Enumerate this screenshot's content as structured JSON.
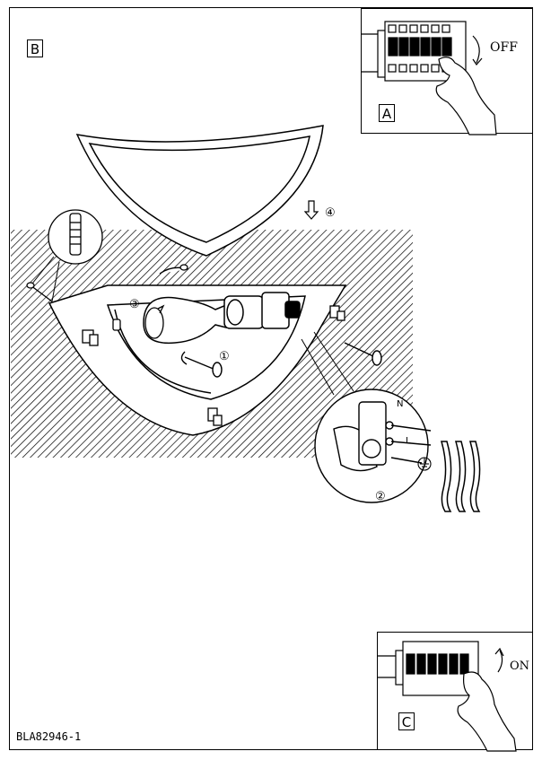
{
  "document_code": "BLA82946-1",
  "panels": {
    "main": {
      "letter": "B"
    },
    "switch_off": {
      "letter": "A",
      "label": "OFF"
    },
    "switch_on": {
      "letter": "C",
      "label": "ON"
    }
  },
  "steps": [
    "①",
    "②",
    "③",
    "④"
  ],
  "wire_labels": {
    "neutral": "N",
    "live": "L"
  },
  "icons": [
    "dowel-icon",
    "screw-icon",
    "ground-symbol-icon",
    "hand-icon",
    "arrow-down-icon",
    "rotate-arrow-icon"
  ]
}
